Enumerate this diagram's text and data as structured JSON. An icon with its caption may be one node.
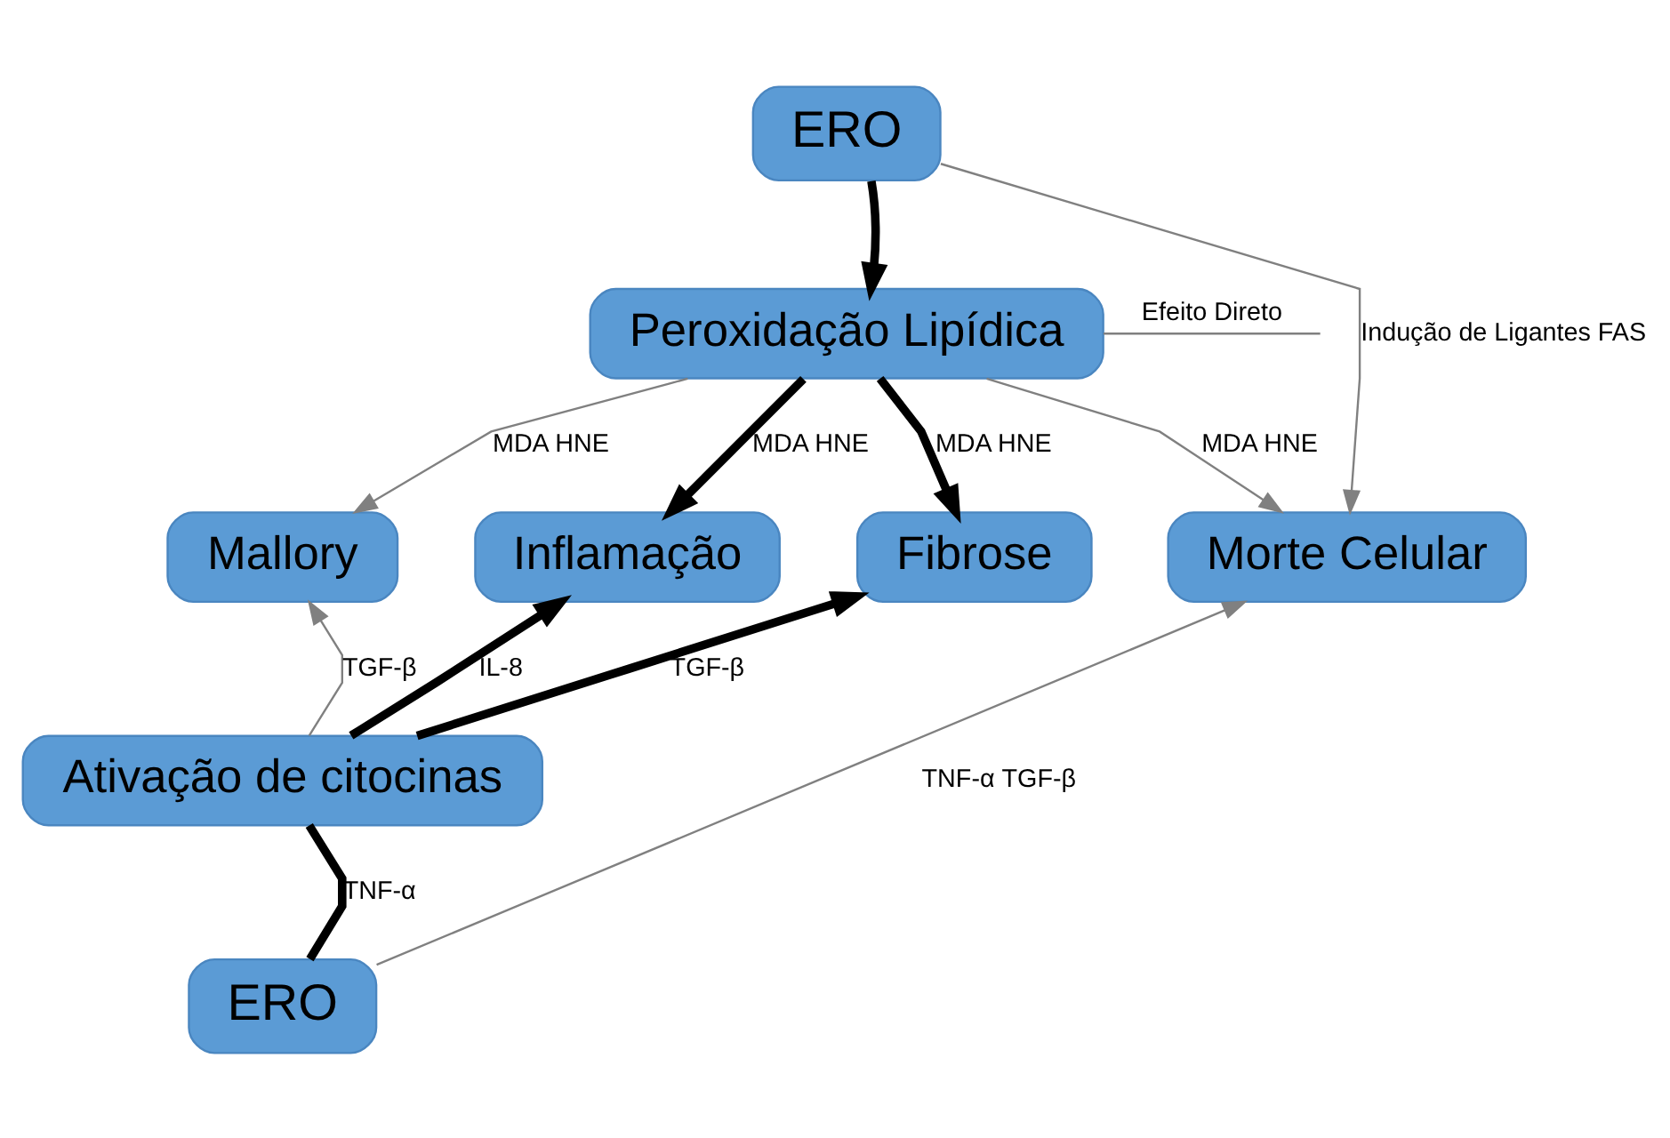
{
  "diagram": {
    "nodes": [
      {
        "text": [
          "ERO"
        ]
      },
      {
        "text": [
          "Peroxidação Lipídica"
        ]
      },
      {
        "text": [
          "Mallory"
        ]
      },
      {
        "text": [
          "Inflamação"
        ]
      },
      {
        "text": [
          "Fibrose"
        ]
      },
      {
        "text": [
          "Morte Celular"
        ]
      },
      {
        "text": [
          "Ativação de citocinas"
        ]
      },
      {
        "text": [
          "ERO"
        ]
      }
    ],
    "edges": [
      {
        "from": 0,
        "to": 1,
        "arrow": "to",
        "style": "thick"
      },
      {
        "from": 1,
        "to": 3,
        "arrow": "to",
        "style": "thick",
        "label": "MDA HNE"
      },
      {
        "from": 1,
        "to": 4,
        "arrow": "to",
        "style": "thick",
        "label": "MDA HNE"
      },
      {
        "from": 1,
        "to": 2,
        "arrow": "to",
        "label": "MDA HNE",
        "color": "#808080"
      },
      {
        "from": 1,
        "to": 5,
        "arrow": "to",
        "label": "MDA HNE",
        "color": "#808080"
      },
      {
        "from": 1,
        "to": null,
        "arrow": "none",
        "label": "Efeito Direto",
        "color": "#808080"
      },
      {
        "from": 0,
        "to": 5,
        "arrow": "to",
        "label": "Indução de Ligantes FAS",
        "color": "#808080"
      },
      {
        "from": 6,
        "to": 3,
        "arrow": "to",
        "style": "thick",
        "label": "IL-8"
      },
      {
        "from": 6,
        "to": 4,
        "arrow": "to",
        "style": "thick",
        "label": "TGF-β"
      },
      {
        "from": 6,
        "to": 2,
        "arrow": "to",
        "label": "TGF-β",
        "color": "#808080"
      },
      {
        "from": 7,
        "to": 6,
        "arrow": "none",
        "style": "thick",
        "label": "TNF-α"
      },
      {
        "from": 7,
        "to": 5,
        "arrow": "to",
        "label": "TNF-α TGF-β",
        "color": "#808080"
      }
    ]
  }
}
